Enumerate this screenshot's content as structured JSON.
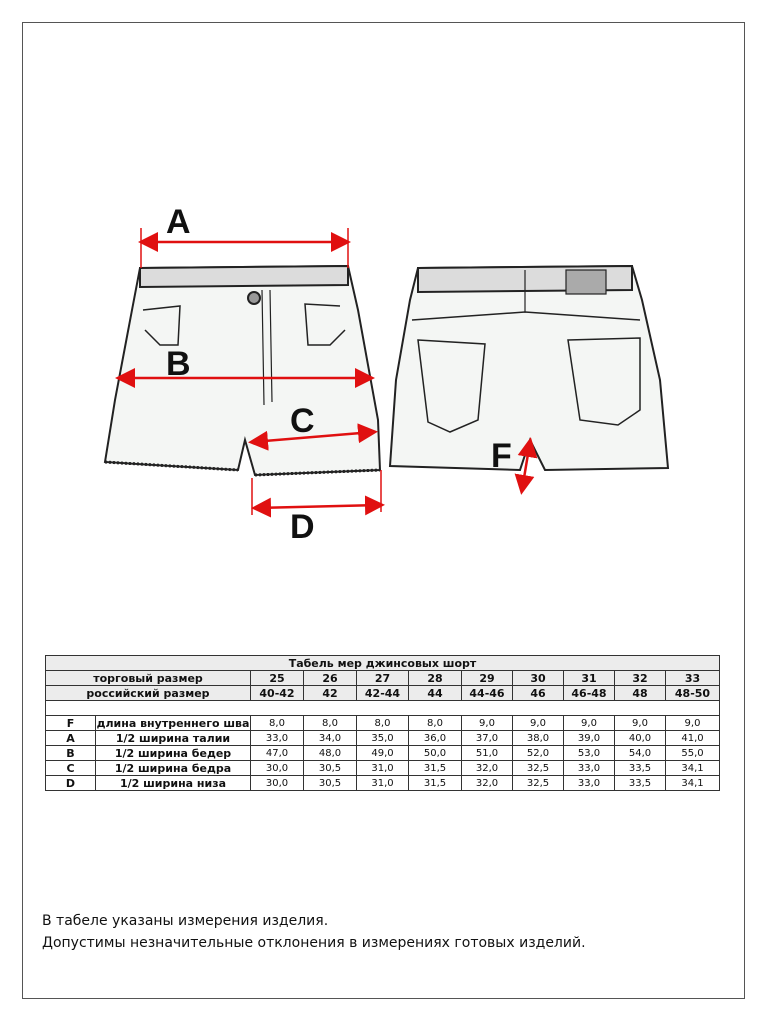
{
  "drawing": {
    "labels": [
      "A",
      "B",
      "C",
      "D",
      "F"
    ],
    "accent": "#e01010"
  },
  "table": {
    "title": "Табель мер джинсовых шорт",
    "trade_label": "торговый размер",
    "russian_label": "российский размер",
    "trade_sizes": [
      "25",
      "26",
      "27",
      "28",
      "29",
      "30",
      "31",
      "32",
      "33"
    ],
    "russian_sizes": [
      "40-42",
      "42",
      "42-44",
      "44",
      "44-46",
      "46",
      "46-48",
      "48",
      "48-50"
    ],
    "rows": [
      {
        "code": "F",
        "name": "длина внутреннего шва",
        "values": [
          "8,0",
          "8,0",
          "8,0",
          "8,0",
          "9,0",
          "9,0",
          "9,0",
          "9,0",
          "9,0"
        ]
      },
      {
        "code": "A",
        "name": "1/2 ширина талии",
        "values": [
          "33,0",
          "34,0",
          "35,0",
          "36,0",
          "37,0",
          "38,0",
          "39,0",
          "40,0",
          "41,0"
        ]
      },
      {
        "code": "B",
        "name": "1/2 ширина бедер",
        "values": [
          "47,0",
          "48,0",
          "49,0",
          "50,0",
          "51,0",
          "52,0",
          "53,0",
          "54,0",
          "55,0"
        ]
      },
      {
        "code": "C",
        "name": "1/2 ширина бедра",
        "values": [
          "30,0",
          "30,5",
          "31,0",
          "31,5",
          "32,0",
          "32,5",
          "33,0",
          "33,5",
          "34,1"
        ]
      },
      {
        "code": "D",
        "name": "1/2 ширина низа",
        "values": [
          "30,0",
          "30,5",
          "31,0",
          "31,5",
          "32,0",
          "32,5",
          "33,0",
          "33,5",
          "34,1"
        ]
      }
    ]
  },
  "notes": [
    "В табеле указаны измерения изделия.",
    "Допустимы незначительные отклонения в измерениях готовых изделий."
  ]
}
